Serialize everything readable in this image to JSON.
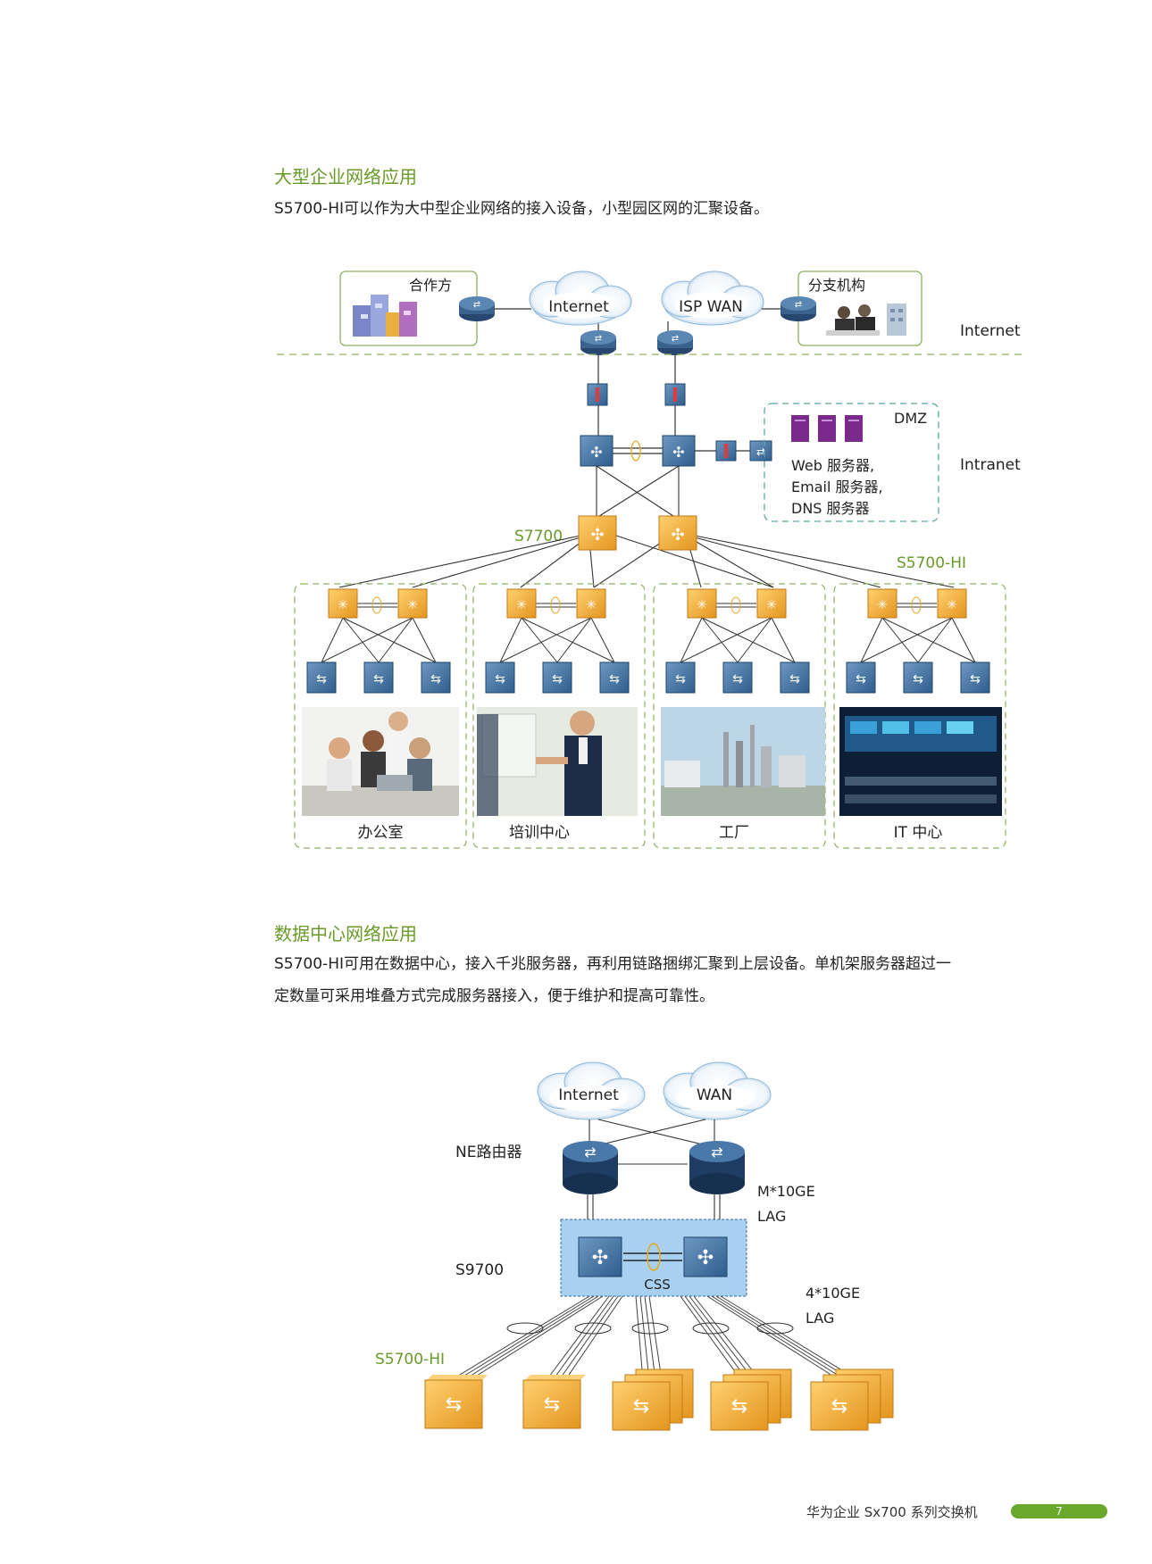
{
  "section1": {
    "title": "大型企业网络应用",
    "desc": "S5700-HI可以作为大中型企业网络的接入设备，小型园区网的汇聚设备。"
  },
  "diagram1": {
    "partner_label": "合作方",
    "internet_cloud": "Internet",
    "isp_cloud": "ISP WAN",
    "branch_label": "分支机构",
    "zone_internet": "Internet",
    "zone_intranet": "Intranet",
    "dmz_title": "DMZ",
    "dmz_services": [
      "Web 服务器,",
      "Email 服务器,",
      "DNS 服务器"
    ],
    "core_label": "S7700",
    "access_label": "S5700-HI",
    "areas": [
      "办公室",
      "培训中心",
      "工厂",
      "IT 中心"
    ]
  },
  "section2": {
    "title": "数据中心网络应用",
    "desc_line1": "S5700-HI可用在数据中心，接入千兆服务器，再利用链路捆绑汇聚到上层设备。单机架服务器超过一",
    "desc_line2": "定数量可采用堆叠方式完成服务器接入，便于维护和提高可靠性。"
  },
  "diagram2": {
    "internet_cloud": "Internet",
    "wan_cloud": "WAN",
    "router_label": "NE路由器",
    "lag_top_line1": "M*10GE",
    "lag_top_line2": "LAG",
    "core_label": "S9700",
    "css_label": "CSS",
    "lag_bottom_line1": "4*10GE",
    "lag_bottom_line2": "LAG",
    "access_label": "S5700-HI"
  },
  "footer": {
    "text": "华为企业 Sx700 系列交换机",
    "page": "7"
  },
  "colors": {
    "green": "#6a9a2a",
    "blue_device": "#3d6e9e",
    "orange_device": "#f0a830",
    "router_dark": "#1e3c64",
    "dmz_teal": "#5aa8a0",
    "area_green": "#8fb060"
  }
}
